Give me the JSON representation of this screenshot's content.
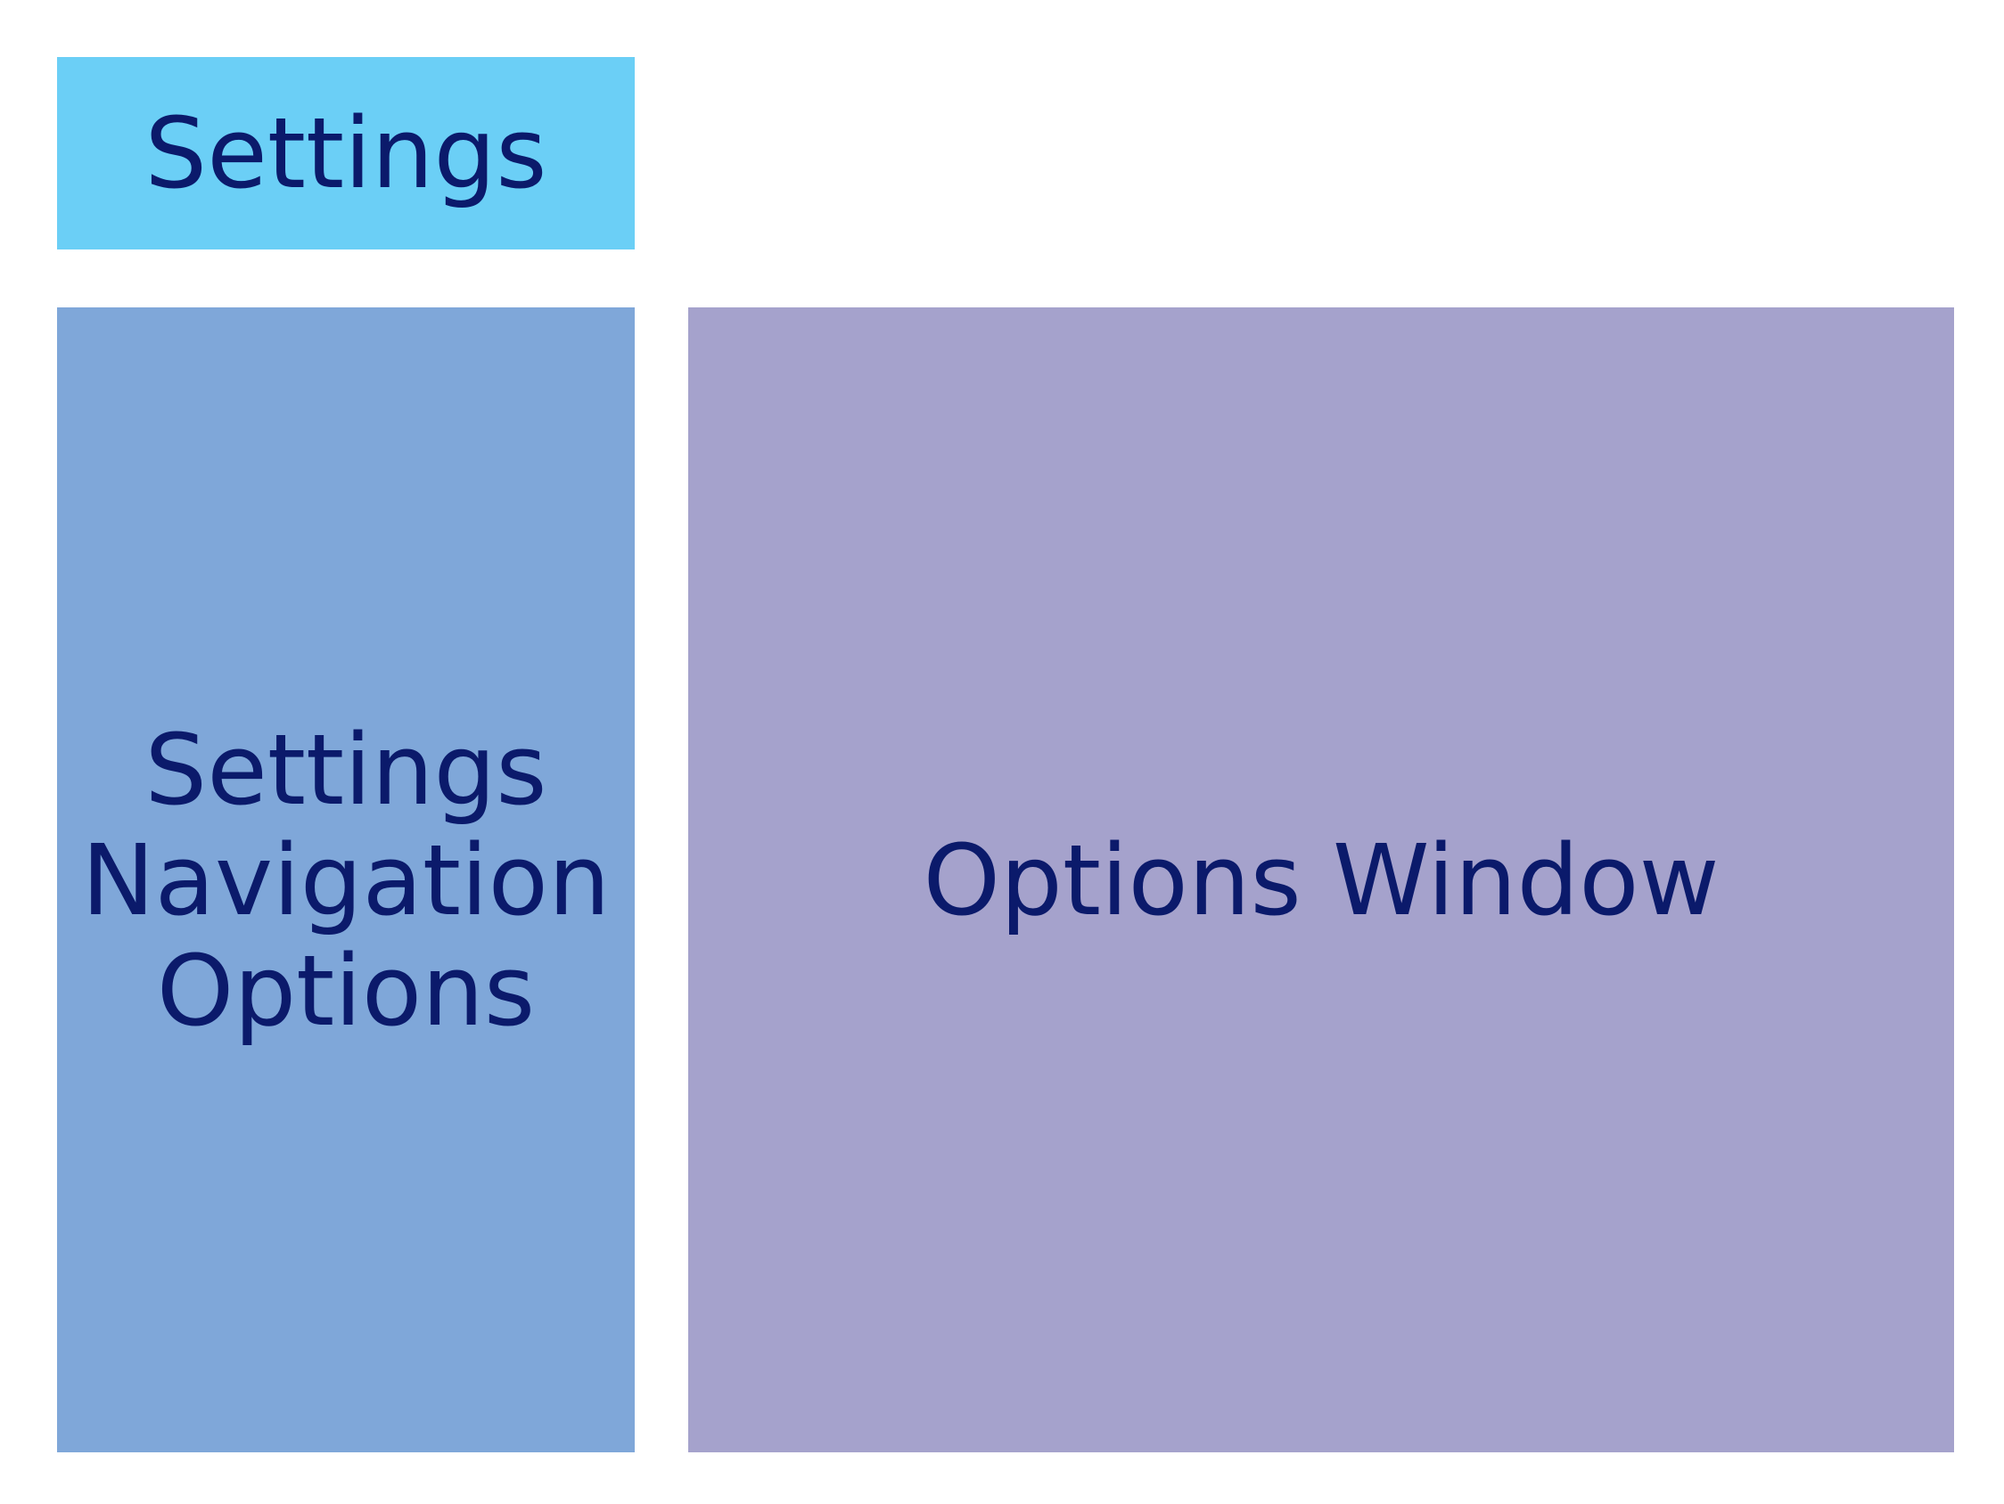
{
  "colors": {
    "background": "#ffffff",
    "text": "#0b1a6b",
    "header": "#6bcff6",
    "nav": "#7fa7d9",
    "options": "#a5a2cc"
  },
  "header": {
    "label": "Settings"
  },
  "navigation": {
    "label": "Settings\nNavigation\nOptions"
  },
  "options_window": {
    "label": "Options Window"
  }
}
